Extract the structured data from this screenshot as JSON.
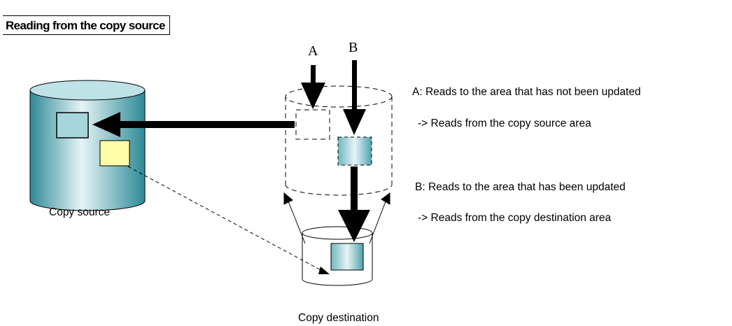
{
  "title": "Reading from the copy source",
  "labels": {
    "copy_source": "Copy source",
    "copy_destination": "Copy destination",
    "access_a": "A",
    "access_b": "B"
  },
  "notes": {
    "a_line1": "A: Reads to the area that has not been updated",
    "a_line2": "-> Reads from the copy source area",
    "b_line1": "B: Reads to the area that has been updated",
    "b_line2": "-> Reads from the copy destination area"
  },
  "colors": {
    "cylinder_light": "#e6f4f6",
    "cylinder_mid": "#8fc9d3",
    "cylinder_dark": "#2e8a97",
    "updated_block": "#fffca8",
    "arrow": "#000000"
  }
}
